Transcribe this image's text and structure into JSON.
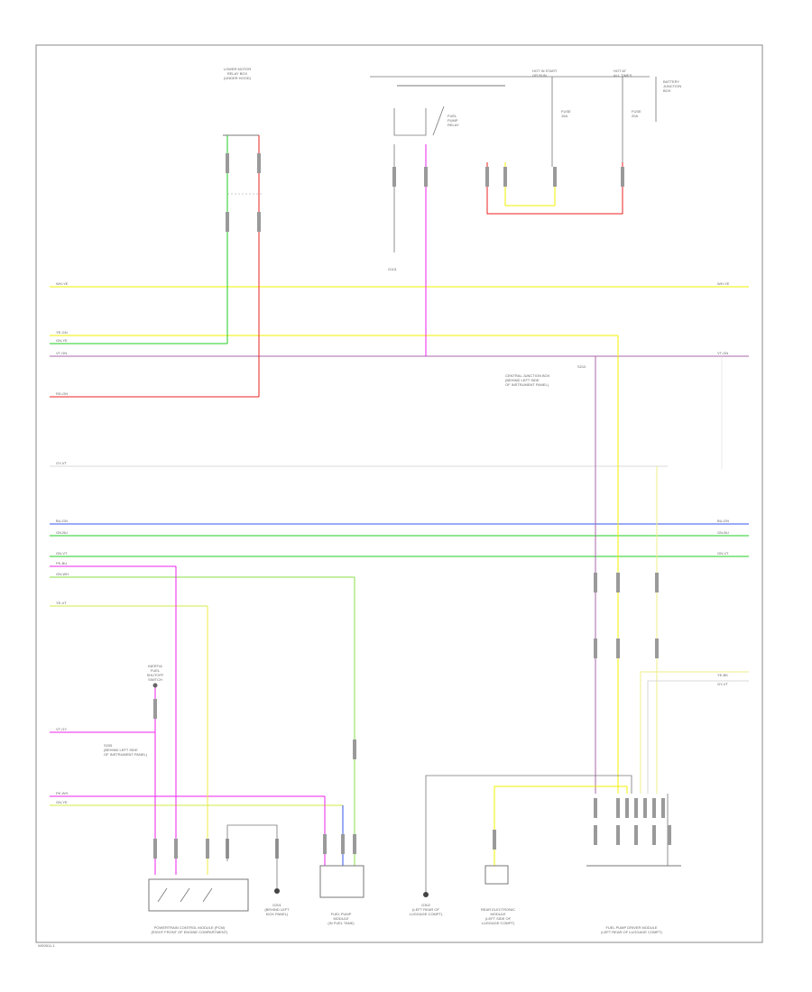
{
  "diagram": {
    "footer_code": "WD0511-1",
    "wire_colors": {
      "yellow": "#f2f200",
      "green": "#22cc22",
      "red": "#ee2222",
      "magenta": "#ee22ee",
      "blue": "#3355ee",
      "violet": "#aa66aa",
      "gray": "#999999",
      "tan": "#ccaa66"
    },
    "components": {
      "lower_motor": "LOWER MOTOR\nRELAY BOX\n(UNDER HOOD)",
      "fuel_relay": "FUEL\nPUMP\nRELAY",
      "hot_label": "HOT IN START\nOR RUN",
      "hot_at_all_times": "HOT AT\nALL TIMES",
      "battery_junction": "BATTERY\nJUNCTION\nBOX",
      "fuse_a": "FUSE\n15A",
      "fuse_b": "FUSE\n20A",
      "ground_top": "G101",
      "splice_right": "S210",
      "cjb": "CENTRAL JUNCTION BOX\n(BEHIND LEFT SIDE\nOF INSTRUMENT PANEL)",
      "inertia_switch": "INERTIA\nFUEL\nSHUTOFF\nSWITCH",
      "splice_left": "S205\n(BEHIND LEFT SIDE\nOF INSTRUMENT PANEL)",
      "ground_mid": "G201\n(BEHIND LEFT\nKICK PANEL)",
      "pcm": "POWERTRAIN CONTROL MODULE (PCM)\n(RIGHT FRONT OF ENGINE COMPARTMENT)",
      "fuel_pump": "FUEL PUMP\nMODULE\n(IN FUEL TANK)",
      "ground_low": "G302\n(LEFT REAR OF\nLUGGAGE COMPT)",
      "rear_control": "REAR ELECTRONIC\nMODULE\n(LEFT SIDE OF\nLUGGAGE COMPT)",
      "fuel_pump_driver": "FUEL PUMP DRIVER MODULE\n(LEFT REAR OF LUGGAGE COMPT)"
    },
    "bus_labels": {
      "yellow_top_left": "WH-YE",
      "yellow_top_right": "WH-YE",
      "yellow_second": "YE-GN",
      "green_second": "GN-YE",
      "violet_left": "VT-GN",
      "violet_right": "VT-GN",
      "red_left": "RD-GN",
      "gray_left": "GY-VT",
      "blue_left": "BU-GN",
      "blue_right": "BU-GN",
      "green_left": "GN-BU",
      "green_right": "GN-BU",
      "green_low_left": "GN-VT",
      "green_low_right": "GN-VT",
      "magenta_left": "PK-BU",
      "ltgreen_left": "GN-WH",
      "yellow_low_left": "YE-VT",
      "magenta_low": "VT-GY",
      "magenta_bottom": "PK-WH",
      "green_bottom": "GN-YE",
      "tan_right_a": "YE-BK",
      "tan_right_b": "GY-VT"
    }
  }
}
